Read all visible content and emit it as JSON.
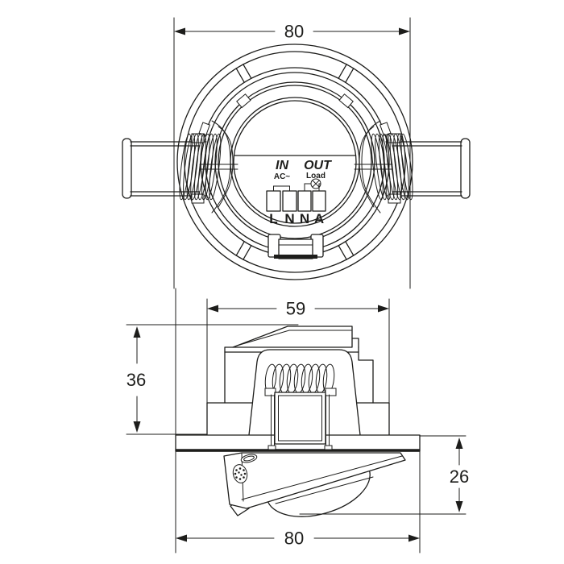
{
  "diagram": {
    "kind": "technical-drawing",
    "subject": "recessed adjustable downlight - rear view (top) and side elevation (bottom)",
    "line_color": "#1d1d1b",
    "background": "#ffffff"
  },
  "dimensions": {
    "top_diameter": "80",
    "body_width": "59",
    "body_height": "36",
    "head_depth": "26",
    "flange_width": "80"
  },
  "labels": {
    "in": "IN",
    "in_sub": "AC~",
    "out": "OUT",
    "out_sub": "Load",
    "terminals": [
      "L",
      "N",
      "N",
      "A"
    ]
  }
}
